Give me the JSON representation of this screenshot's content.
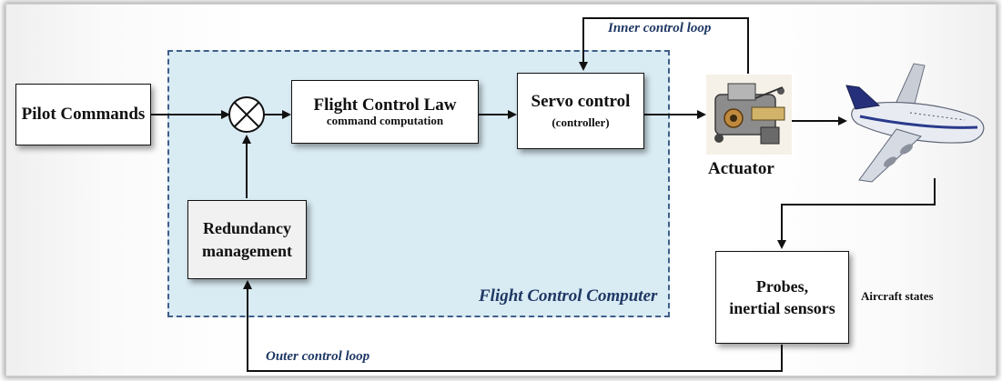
{
  "diagram": {
    "boxes": {
      "pilot_commands": "Pilot Commands",
      "flight_control_law": {
        "line1": "Flight Control Law",
        "line2": "command computation"
      },
      "servo_control": {
        "line1": "Servo control",
        "line2": "(controller)"
      },
      "redundancy": {
        "line1": "Redundancy",
        "line2": "management"
      },
      "probes": {
        "line1": "Probes,",
        "line2": "inertial sensors"
      }
    },
    "labels": {
      "actuator": "Actuator",
      "aircraft_states": "Aircraft states",
      "inner_loop": "Inner control loop",
      "outer_loop": "Outer control loop",
      "fcc": "Flight Control Computer"
    }
  },
  "colors": {
    "fcc_fill": "#d9ebf3",
    "fcc_border": "#3f5f8a",
    "loop_label": "#1f3864"
  }
}
